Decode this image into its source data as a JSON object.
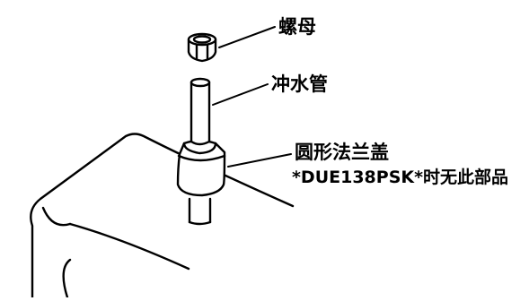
{
  "labels": {
    "nut": "螺母",
    "flush_pipe": "冲水管",
    "round_flange_cover": "圆形法兰盖",
    "note": "*DUE138PSK*时无此部品"
  },
  "colors": {
    "line": "#000000",
    "background": "#ffffff"
  }
}
